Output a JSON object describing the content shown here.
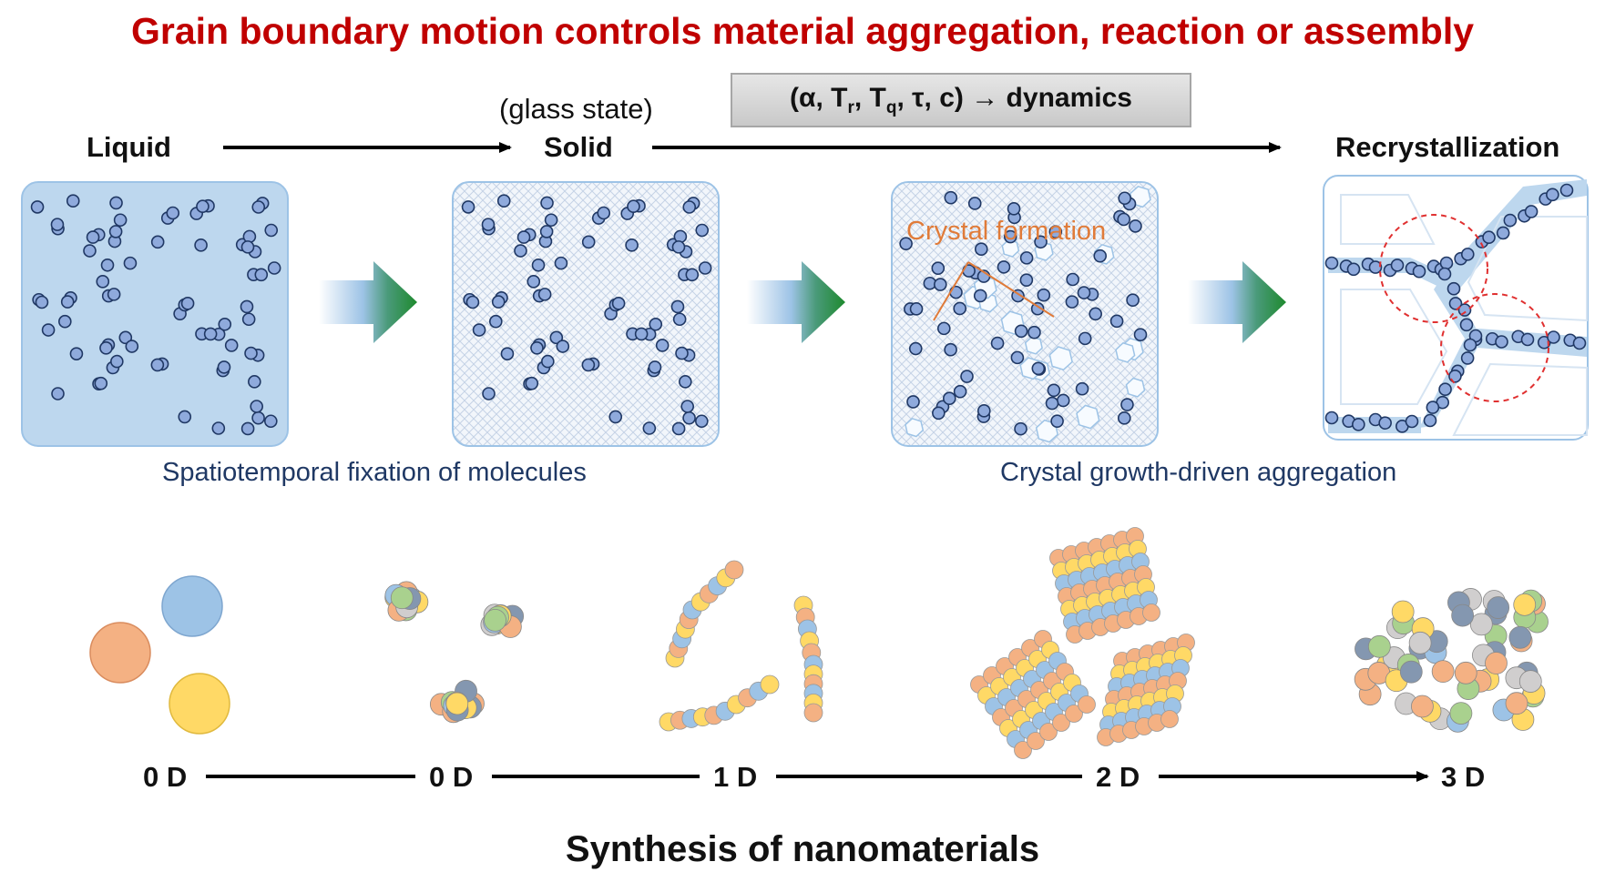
{
  "title": "Grain boundary motion controls material aggregation, reaction or assembly",
  "glass_note": "(glass state)",
  "stages": [
    "Liquid",
    "Solid",
    "Recrystallization"
  ],
  "params_box": "(α, Tr, Tq, τ, c) → dynamics",
  "crystal_label": "Crystal formation",
  "captions": {
    "left": "Spatiotemporal fixation of molecules",
    "right": "Crystal growth-driven aggregation"
  },
  "dimensions": [
    "0 D",
    "0 D",
    "1 D",
    "2 D",
    "3 D"
  ],
  "bottom_title": "Synthesis of nanomaterials",
  "colors": {
    "title_red": "#c00000",
    "crystal_orange": "#e07b39",
    "caption_navy": "#1f3864",
    "liquid_fill": "#bdd7ee",
    "box_border": "#9dc3e6",
    "molecule_fill": "#8faadc",
    "molecule_stroke": "#203864",
    "arrow_green": "#2e8b3e",
    "circle_red": "#e03030",
    "sphere_orange": "#f4b183",
    "sphere_blue": "#9dc3e6",
    "sphere_yellow": "#ffd966",
    "sphere_green": "#a9d18e",
    "sphere_gray": "#d0cece",
    "sphere_navy": "#8497b0"
  }
}
